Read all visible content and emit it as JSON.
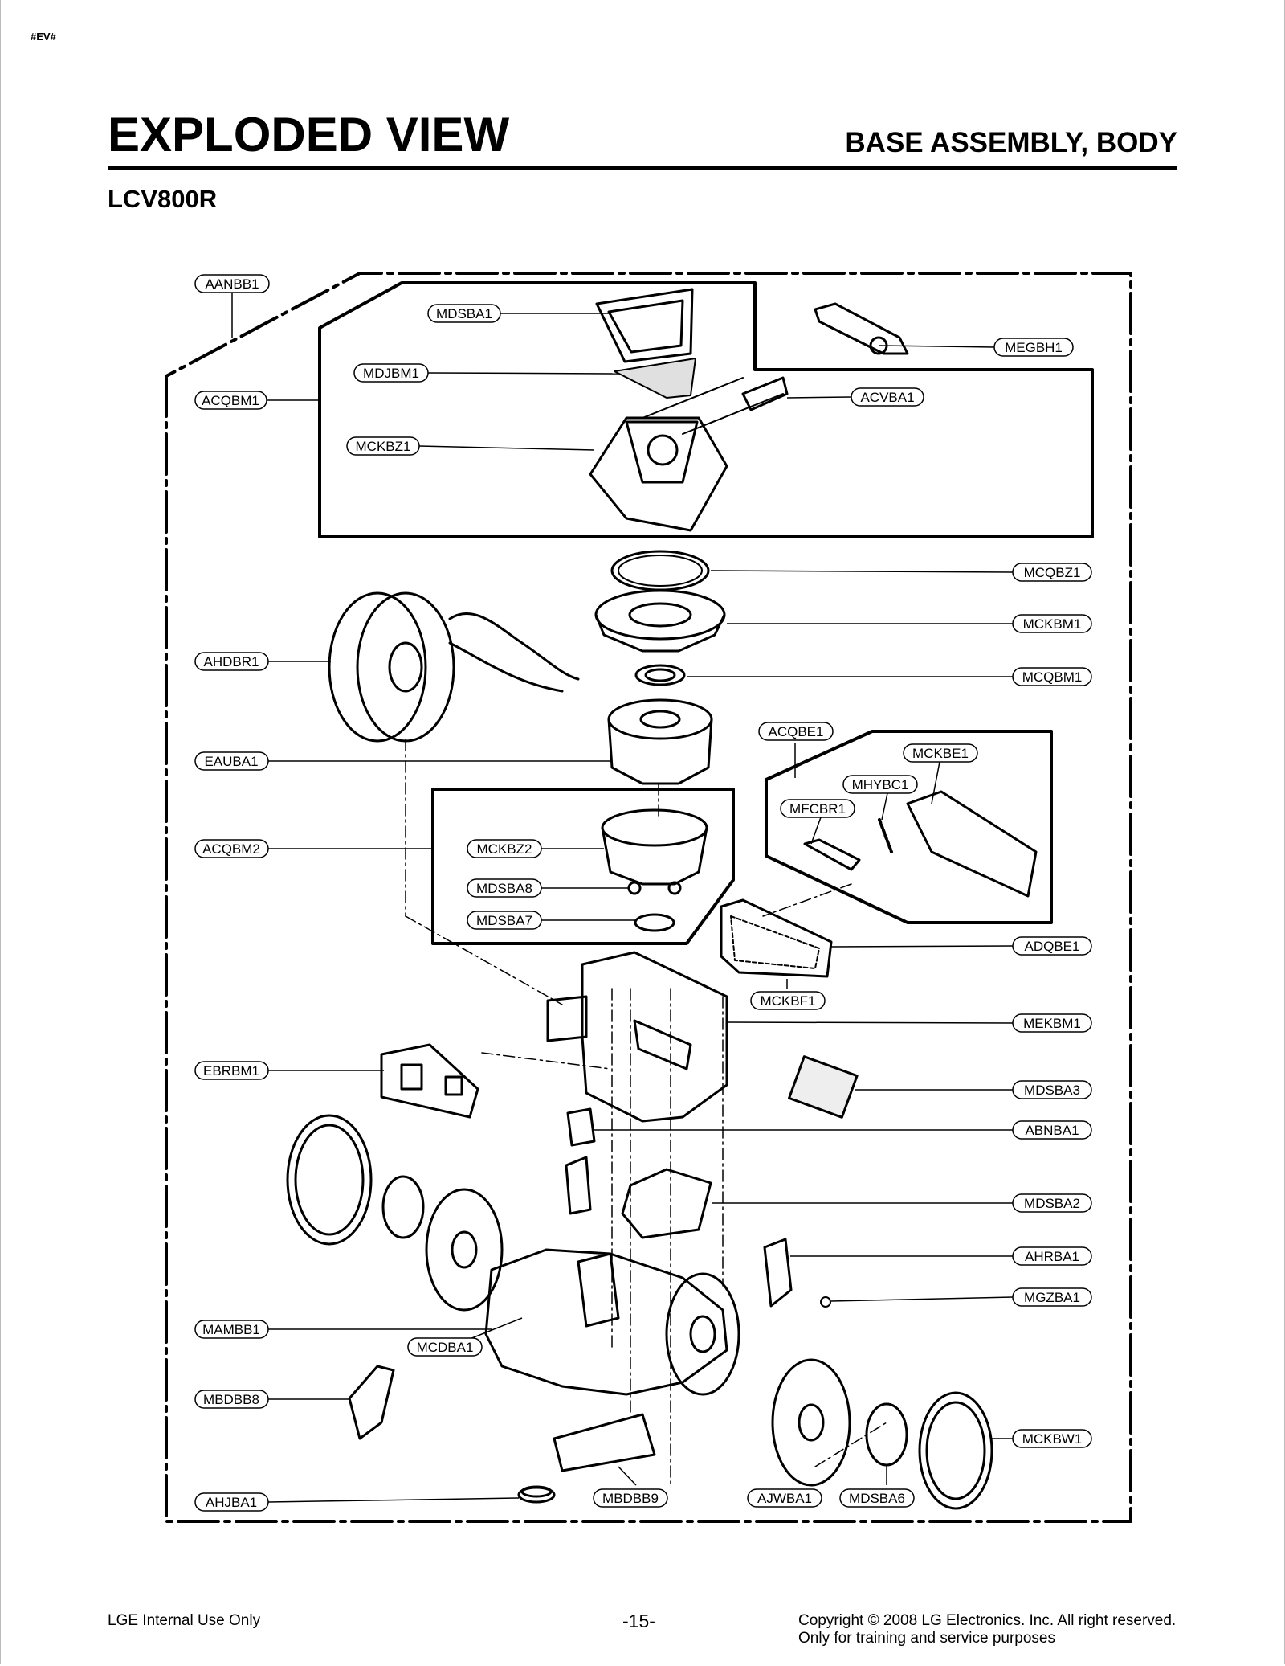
{
  "header": {
    "tag": "#EV#",
    "title": "EXPLODED VIEW",
    "subtitle": "BASE ASSEMBLY, BODY",
    "model": "LCV800R"
  },
  "callouts": [
    {
      "id": "AANBB1"
    },
    {
      "id": "MDSBA1"
    },
    {
      "id": "MEGBH1"
    },
    {
      "id": "MDJBM1"
    },
    {
      "id": "ACVBA1"
    },
    {
      "id": "ACQBM1"
    },
    {
      "id": "MCKBZ1"
    },
    {
      "id": "MCQBZ1"
    },
    {
      "id": "MCKBM1"
    },
    {
      "id": "AHDBR1"
    },
    {
      "id": "MCQBM1"
    },
    {
      "id": "ACQBE1"
    },
    {
      "id": "MCKBE1"
    },
    {
      "id": "EAUBA1"
    },
    {
      "id": "MHYBC1"
    },
    {
      "id": "MFCBR1"
    },
    {
      "id": "ACQBM2"
    },
    {
      "id": "MCKBZ2"
    },
    {
      "id": "MDSBA8"
    },
    {
      "id": "MDSBA7"
    },
    {
      "id": "ADQBE1"
    },
    {
      "id": "MCKBF1"
    },
    {
      "id": "MEKBM1"
    },
    {
      "id": "EBRBM1"
    },
    {
      "id": "MDSBA3"
    },
    {
      "id": "ABNBA1"
    },
    {
      "id": "MDSBA2"
    },
    {
      "id": "AHRBA1"
    },
    {
      "id": "MGZBA1"
    },
    {
      "id": "MAMBB1"
    },
    {
      "id": "MCDBA1"
    },
    {
      "id": "MBDBB8"
    },
    {
      "id": "MCKBW1"
    },
    {
      "id": "AHJBA1"
    },
    {
      "id": "MBDBB9"
    },
    {
      "id": "AJWBA1"
    },
    {
      "id": "MDSBA6"
    }
  ],
  "footer": {
    "left": "LGE Internal Use Only",
    "page": "-15-",
    "copyright": "Copyright © 2008 LG Electronics. Inc. All right reserved.",
    "note": "Only for training and service purposes"
  }
}
